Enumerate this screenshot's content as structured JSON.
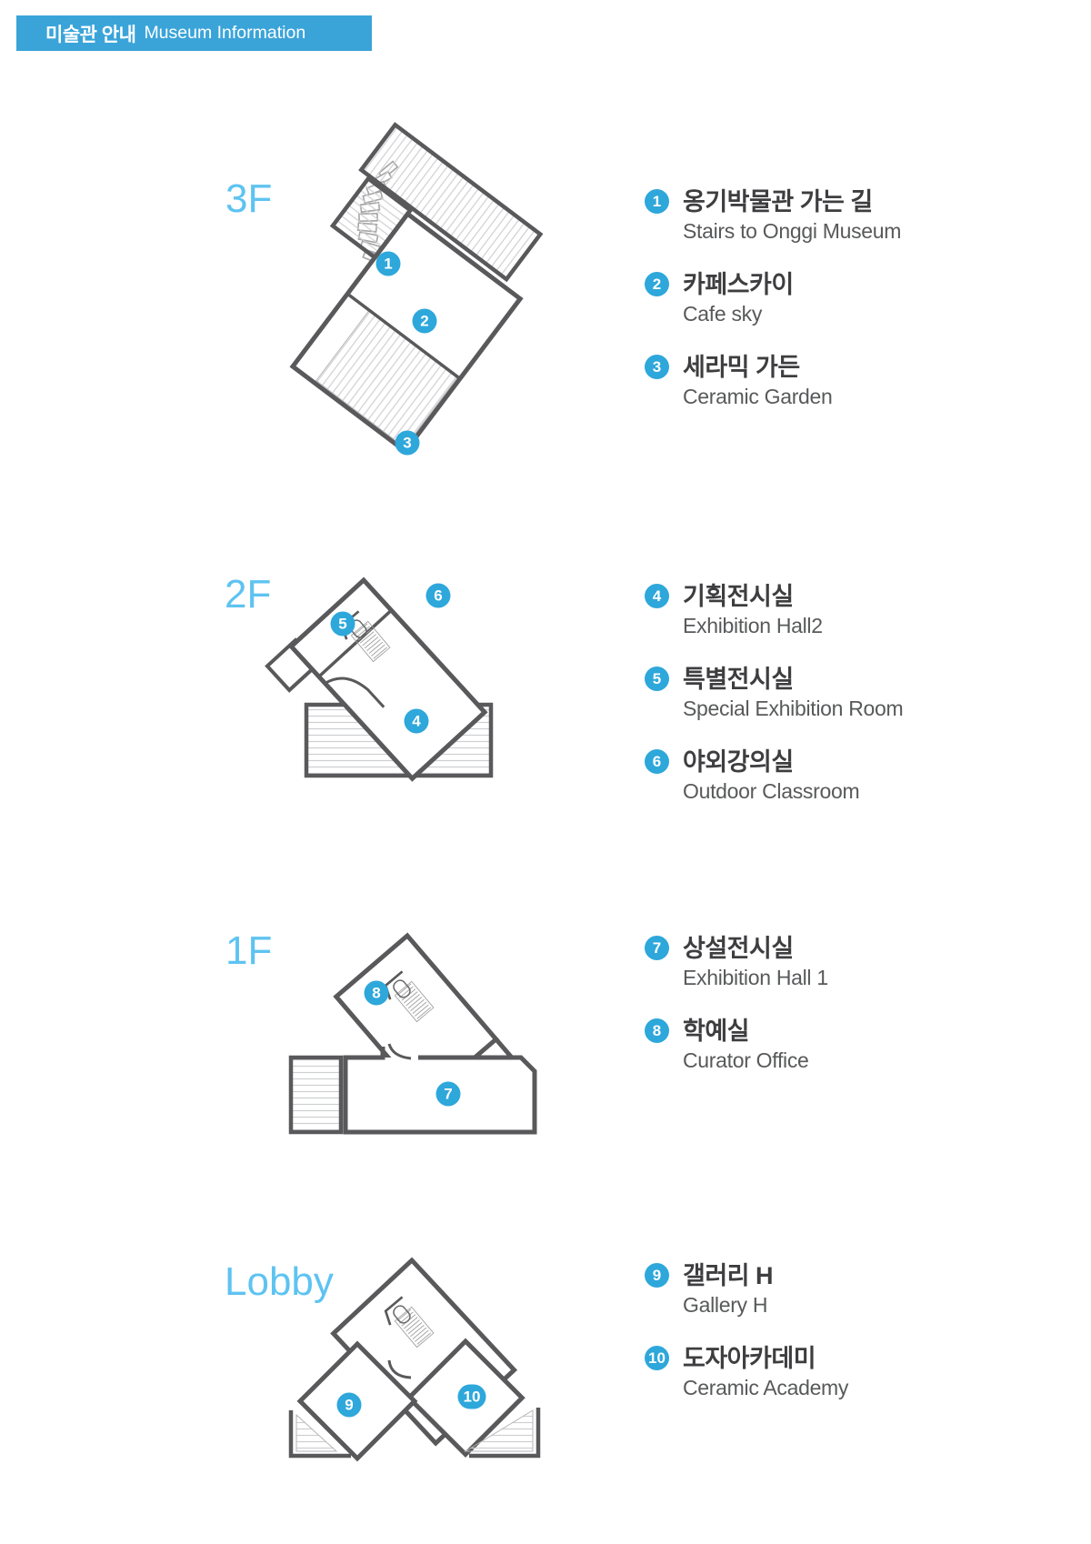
{
  "header": {
    "title_ko": "미술관 안내",
    "title_en": "Museum Information"
  },
  "colors": {
    "header_bg": "#3AA4D9",
    "accent_blue": "#2EA7DB",
    "floor_label_blue": "#5EC3F1",
    "wall_gray": "#59595B",
    "korean_text": "#3E3E40",
    "english_text": "#58595A"
  },
  "floors": [
    {
      "id": "3f",
      "label": "3F",
      "legend": [
        {
          "num": "1",
          "ko": "옹기박물관 가는 길",
          "en": "Stairs to Onggi Museum"
        },
        {
          "num": "2",
          "ko": "카페스카이",
          "en": "Cafe sky"
        },
        {
          "num": "3",
          "ko": "세라믹 가든",
          "en": "Ceramic Garden"
        }
      ]
    },
    {
      "id": "2f",
      "label": "2F",
      "legend": [
        {
          "num": "4",
          "ko": "기획전시실",
          "en": "Exhibition Hall2"
        },
        {
          "num": "5",
          "ko": "특별전시실",
          "en": "Special Exhibition Room"
        },
        {
          "num": "6",
          "ko": "야외강의실",
          "en": "Outdoor Classroom"
        }
      ]
    },
    {
      "id": "1f",
      "label": "1F",
      "legend": [
        {
          "num": "7",
          "ko": "상설전시실",
          "en": "Exhibition Hall 1"
        },
        {
          "num": "8",
          "ko": "학예실",
          "en": "Curator Office"
        }
      ]
    },
    {
      "id": "lobby",
      "label": "Lobby",
      "legend": [
        {
          "num": "9",
          "ko": "갤러리 H",
          "en": "Gallery H"
        },
        {
          "num": "10",
          "ko": "도자아카데미",
          "en": "Ceramic Academy"
        }
      ]
    }
  ]
}
